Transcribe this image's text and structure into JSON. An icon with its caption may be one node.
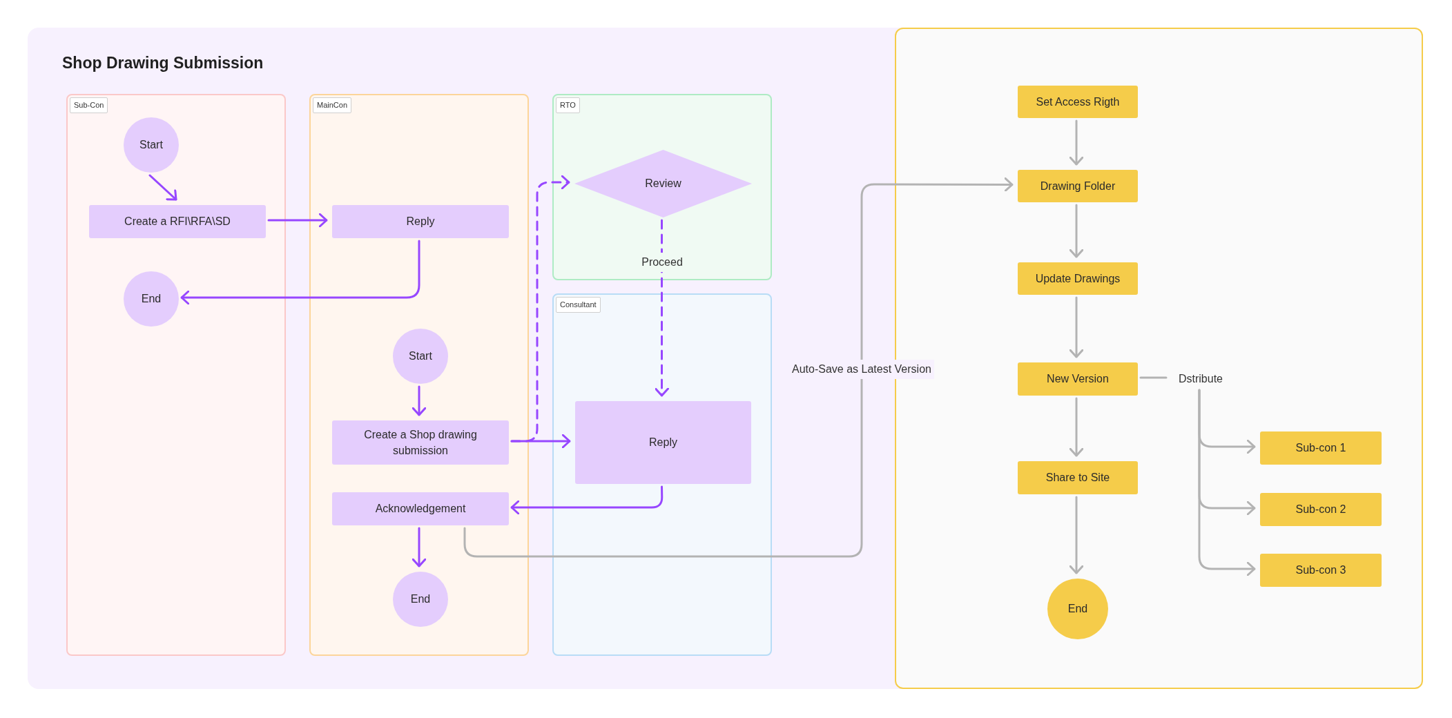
{
  "diagram": {
    "nodes": [
      {
        "text": [
          "Shop Drawing Submission"
        ]
      },
      {
        "text": [
          "Sub-Con"
        ],
        "in": 0
      },
      {
        "text": [
          "Start"
        ],
        "in": 1
      },
      {
        "text": [
          "Create a RFI\\RFA\\SD"
        ],
        "in": 1
      },
      {
        "text": [
          "End"
        ],
        "in": 1
      },
      {
        "text": [
          "MainCon"
        ],
        "in": 0
      },
      {
        "text": [
          "Reply"
        ],
        "in": 5
      },
      {
        "text": [
          "Start"
        ],
        "in": 5
      },
      {
        "text": [
          "Create a Shop drawing submission"
        ],
        "in": 5
      },
      {
        "text": [
          "Acknowledgement"
        ],
        "in": 5
      },
      {
        "text": [
          "End"
        ],
        "in": 5
      },
      {
        "text": [
          "RTO"
        ],
        "in": 0
      },
      {
        "text": [
          "Review"
        ],
        "in": 11
      },
      {
        "text": [
          "Consultant"
        ],
        "in": 0
      },
      {
        "text": [
          "Reply"
        ],
        "in": 13
      },
      {
        "text": [],
        "shape": "box"
      },
      {
        "text": [
          "Set Access Rigth"
        ],
        "in": 15
      },
      {
        "text": [
          "Drawing Folder"
        ],
        "in": 15
      },
      {
        "text": [
          "Update Drawings"
        ],
        "in": 15
      },
      {
        "text": [
          "New Version"
        ],
        "in": 15
      },
      {
        "text": [
          "Dstribute"
        ],
        "in": 15
      },
      {
        "text": [
          "Share to Site"
        ],
        "in": 15
      },
      {
        "text": [
          "End"
        ],
        "in": 15
      },
      {
        "text": [
          "Sub-con 1"
        ],
        "in": 15
      },
      {
        "text": [
          "Sub-con 2"
        ],
        "in": 15
      },
      {
        "text": [
          "Sub-con 3"
        ],
        "in": 15
      }
    ],
    "edges": [
      {
        "from": 2,
        "to": 3,
        "arrow": "to",
        "color": "#9747ff"
      },
      {
        "from": 3,
        "to": 6,
        "arrow": "to",
        "color": "#9747ff"
      },
      {
        "from": 6,
        "to": 4,
        "arrow": "to",
        "color": "#9747ff"
      },
      {
        "from": 7,
        "to": 8,
        "arrow": "to",
        "color": "#9747ff"
      },
      {
        "from": 8,
        "to": 12,
        "arrow": "to",
        "style": "dashed",
        "color": "#9747ff"
      },
      {
        "from": 8,
        "to": 14,
        "arrow": "to",
        "color": "#9747ff"
      },
      {
        "from": 12,
        "to": 14,
        "arrow": "to",
        "style": "dashed",
        "label": "Proceed",
        "color": "#9747ff"
      },
      {
        "from": 14,
        "to": 9,
        "arrow": "to",
        "color": "#9747ff"
      },
      {
        "from": 9,
        "to": 10,
        "arrow": "to",
        "color": "#9747ff"
      },
      {
        "from": 9,
        "to": 17,
        "arrow": "to",
        "label": "Auto-Save as Latest Version"
      },
      {
        "from": 16,
        "to": 17,
        "arrow": "to"
      },
      {
        "from": 17,
        "to": 18,
        "arrow": "to"
      },
      {
        "from": 18,
        "to": 19,
        "arrow": "to"
      },
      {
        "from": 19,
        "to": 21,
        "arrow": "to"
      },
      {
        "from": 21,
        "to": 22,
        "arrow": "to"
      },
      {
        "from": 19,
        "to": 20,
        "arrow": "none"
      },
      {
        "from": 20,
        "to": 23,
        "arrow": "to"
      },
      {
        "from": 20,
        "to": 24,
        "arrow": "to"
      },
      {
        "from": 20,
        "to": 25,
        "arrow": "to"
      }
    ]
  }
}
